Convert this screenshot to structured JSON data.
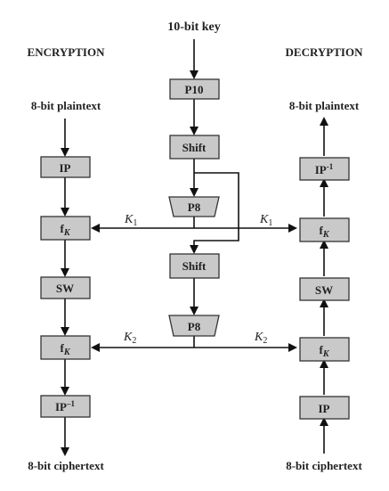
{
  "key_label": "10-bit key",
  "encryption": {
    "heading": "ENCRYPTION",
    "input": "8-bit plaintext",
    "output": "8-bit ciphertext",
    "ip": "IP",
    "fk1_main": "f",
    "fk1_sub": "K",
    "sw": "SW",
    "fk2_main": "f",
    "fk2_sub": "K",
    "ip_inv_main": "IP",
    "ip_inv_sup": "–1"
  },
  "decryption": {
    "heading": "DECRYPTION",
    "input": "8-bit ciphertext",
    "output": "8-bit plaintext",
    "ip": "IP",
    "fk2_main": "f",
    "fk2_sub": "K",
    "sw": "SW",
    "fk1_main": "f",
    "fk1_sub": "K",
    "ip_inv_main": "IP",
    "ip_inv_sup": "-1"
  },
  "key_schedule": {
    "p10": "P10",
    "shift1": "Shift",
    "p8_1": "P8",
    "shift2": "Shift",
    "p8_2": "P8"
  },
  "subkeys": {
    "k1_main": "K",
    "k1_sub": "1",
    "k2_main": "K",
    "k2_sub": "2"
  }
}
